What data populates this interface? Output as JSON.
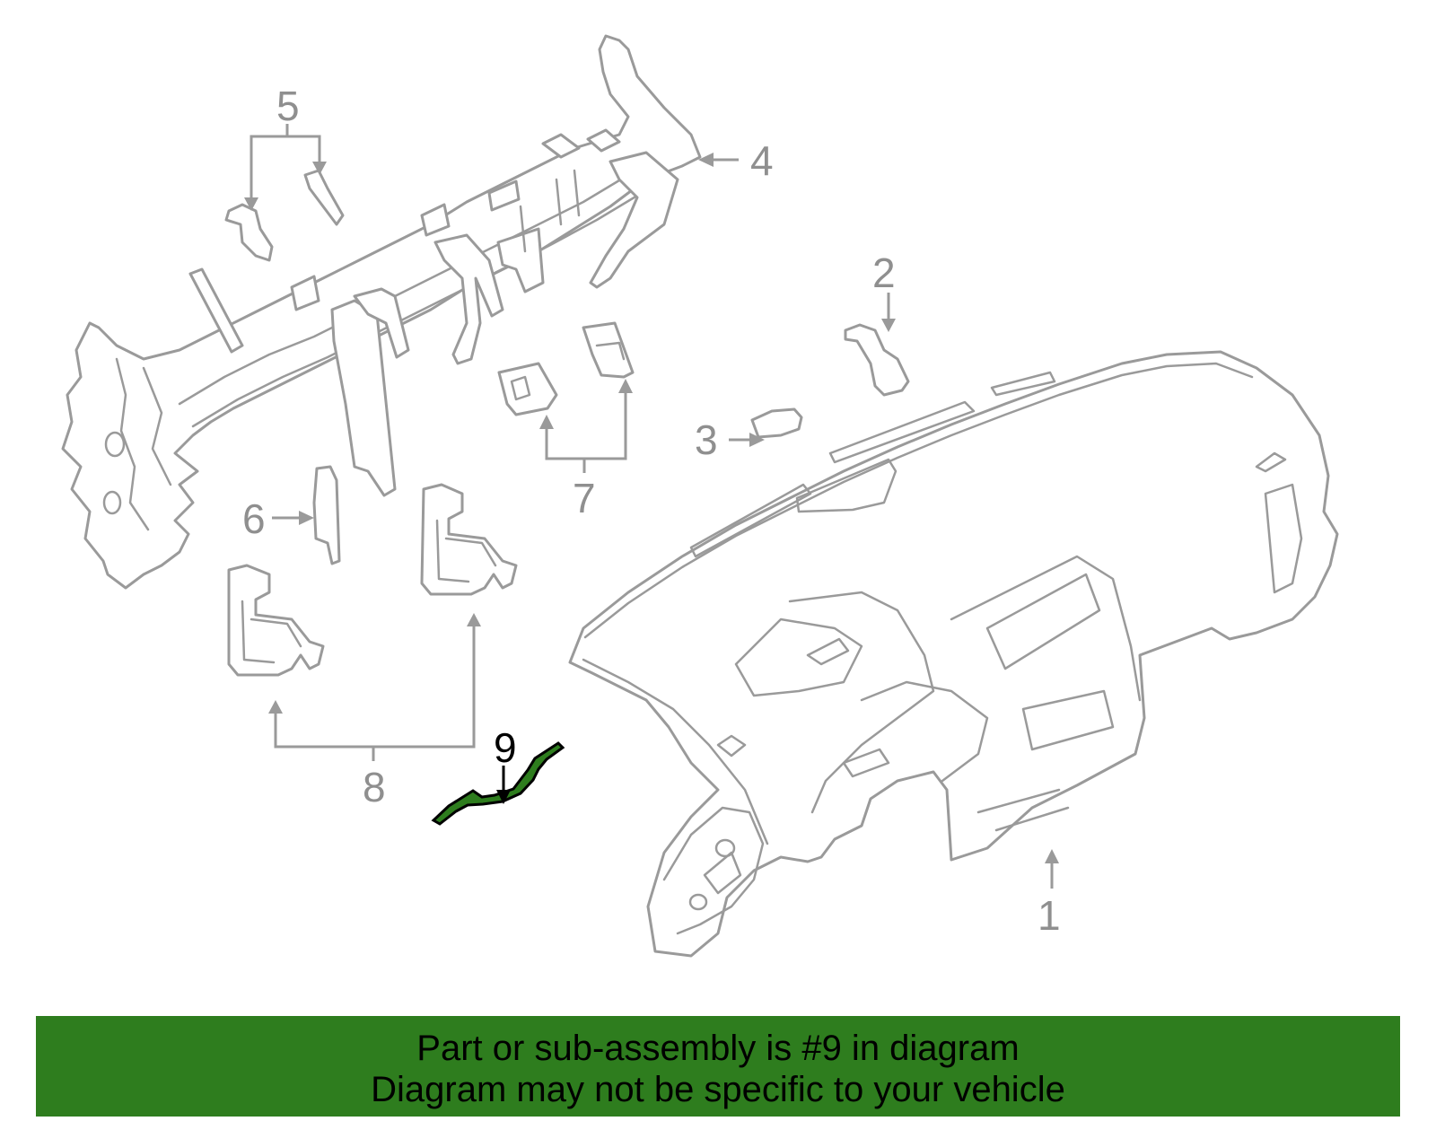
{
  "diagram": {
    "callouts": [
      "1",
      "2",
      "3",
      "4",
      "5",
      "6",
      "7",
      "8",
      "9"
    ],
    "highlight_part": "9",
    "colors": {
      "part_outline": "#9a9a9a",
      "highlight_fill": "#2e7d1e",
      "banner": "#2e7d1e",
      "text": "#000000"
    }
  },
  "banner": {
    "line1": "Part or sub-assembly is #9 in diagram",
    "line2": "Diagram may not be specific to your vehicle"
  }
}
